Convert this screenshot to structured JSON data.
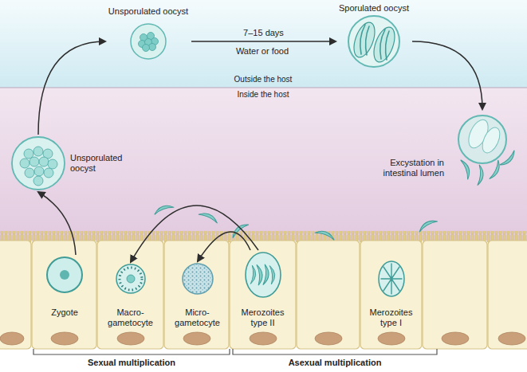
{
  "diagram": {
    "nodes": [
      {
        "text": [
          "Unsporulated oocyst"
        ]
      },
      {
        "text": [
          "Sporulated oocyst"
        ]
      },
      {
        "text": [
          "Unsporulated oocyst"
        ]
      },
      {
        "text": [
          "Excystation in intestinal lumen"
        ]
      },
      {
        "text": [
          "Zygote"
        ]
      },
      {
        "text": [
          "Macro-gametocyte"
        ]
      },
      {
        "text": [
          "Micro-gametocyte"
        ]
      },
      {
        "text": [
          "Merozoites type II"
        ]
      },
      {
        "text": [
          "Merozoites type I"
        ]
      }
    ],
    "edges": [
      {
        "from": 2,
        "to": 0,
        "arrow": "to"
      },
      {
        "from": 0,
        "to": 1,
        "label": "7–15 days",
        "arrow": "to"
      },
      {
        "from": 1,
        "to": 3,
        "arrow": "to"
      },
      {
        "from": 4,
        "to": 2,
        "arrow": "to"
      },
      {
        "from": 7,
        "to": 5,
        "arrow": "to"
      },
      {
        "from": 7,
        "to": 6,
        "arrow": "to"
      }
    ],
    "labels": [
      "Water or food",
      "Outside the host",
      "Inside the host",
      "Sexual multiplication",
      "Asexual multiplication"
    ]
  }
}
